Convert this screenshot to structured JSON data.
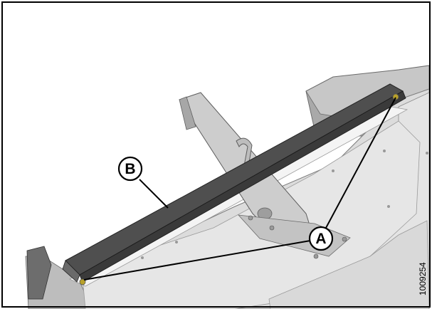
{
  "figure": {
    "number": "1009254",
    "callouts": [
      {
        "id": "A",
        "label": "A"
      },
      {
        "id": "B",
        "label": "B"
      }
    ]
  },
  "colors": {
    "frame": "#000000",
    "deck": "#d6d6d6",
    "deck_dark": "#b9b9b9",
    "rail": "#4a4a4a",
    "rail_top": "#5c5c5c",
    "brace": "#c9c9c9",
    "bolt": "#b8a12a",
    "leader": "#000000"
  }
}
